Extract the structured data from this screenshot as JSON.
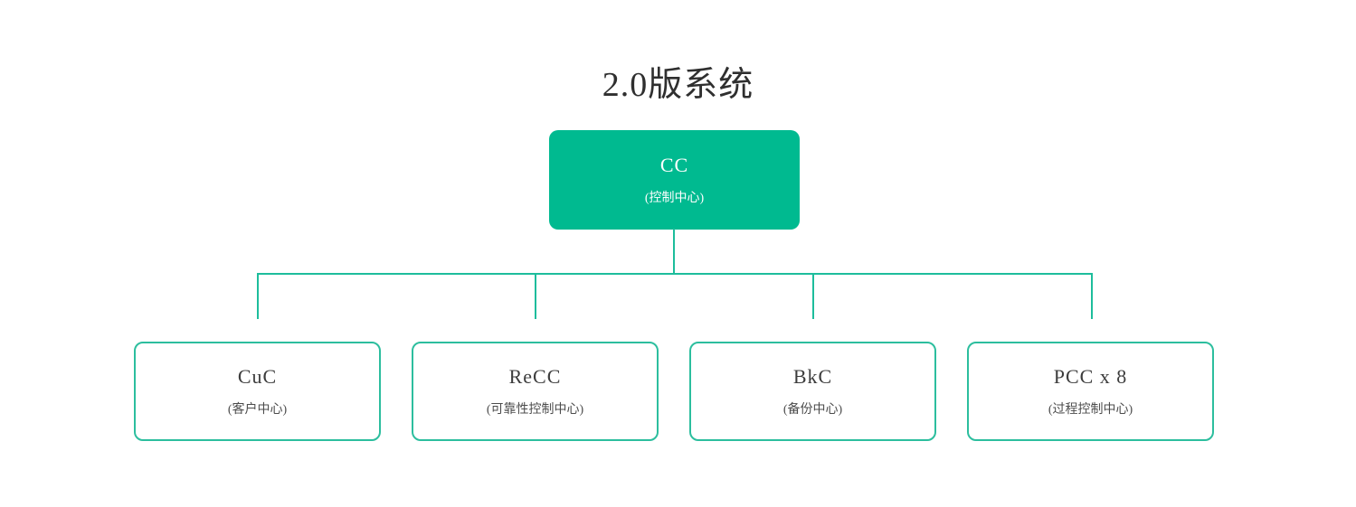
{
  "title": "2.0版系统",
  "colors": {
    "node_fill": "#00ba90",
    "line": "#1dbd9c",
    "border": "#2cbe9e",
    "title_text": "#2f2f2f",
    "child_text": "#3d3d3d",
    "child_sub": "#4c4c4c",
    "root_text": "#ffffff",
    "bg": "#ffffff"
  },
  "root": {
    "label": "CC",
    "sublabel": "(控制中心)"
  },
  "children": [
    {
      "label": "CuC",
      "sublabel": "(客户中心)"
    },
    {
      "label": "ReCC",
      "sublabel": "(可靠性控制中心)"
    },
    {
      "label": "BkC",
      "sublabel": "(备份中心)"
    },
    {
      "label": "PCC x 8",
      "sublabel": "(过程控制中心)"
    }
  ]
}
